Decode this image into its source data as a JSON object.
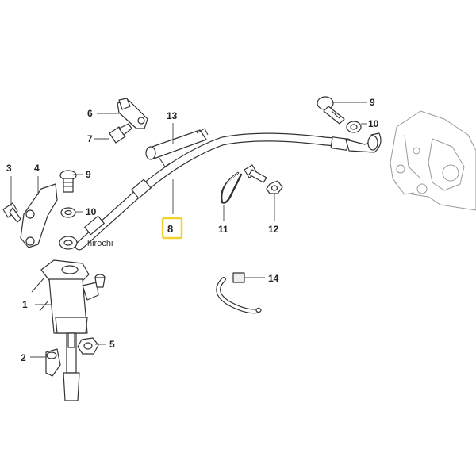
{
  "diagram": {
    "callouts": [
      {
        "id": "1",
        "label": "1"
      },
      {
        "id": "2",
        "label": "2"
      },
      {
        "id": "3",
        "label": "3"
      },
      {
        "id": "4",
        "label": "4"
      },
      {
        "id": "5",
        "label": "5"
      },
      {
        "id": "6",
        "label": "6"
      },
      {
        "id": "7",
        "label": "7"
      },
      {
        "id": "8",
        "label": "8",
        "highlighted": true
      },
      {
        "id": "9a",
        "label": "9"
      },
      {
        "id": "9b",
        "label": "9"
      },
      {
        "id": "10a",
        "label": "10"
      },
      {
        "id": "10b",
        "label": "10"
      },
      {
        "id": "11",
        "label": "11"
      },
      {
        "id": "12",
        "label": "12"
      },
      {
        "id": "13",
        "label": "13"
      },
      {
        "id": "14",
        "label": "14"
      }
    ],
    "watermark": "hirochi",
    "highlight_color": "#f2d230"
  }
}
